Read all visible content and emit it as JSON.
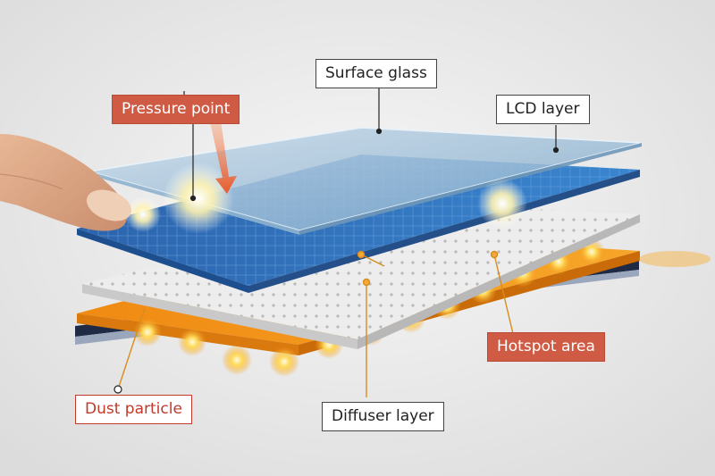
{
  "labels": {
    "surface_glass": "Surface glass",
    "pressure_point": "Pressure point",
    "lcd_layer": "LCD layer",
    "hotspot_area": "Hotspot area",
    "dust_particle": "Dust particle",
    "diffuser_layer": "Diffuser layer"
  },
  "colors": {
    "background": "#ececec",
    "glass": "#9fc0db",
    "lcd_blue": "#2f6fb5",
    "diffuser": "#ededed",
    "backlight_orange": "#f29a1a",
    "base_navy": "#1f2a44",
    "label_accent": "#cf5b45",
    "label_border_red": "#c0392b",
    "label_border_neutral": "#444444"
  },
  "icons": [
    "finger-icon",
    "pressure-arrow-icon"
  ]
}
